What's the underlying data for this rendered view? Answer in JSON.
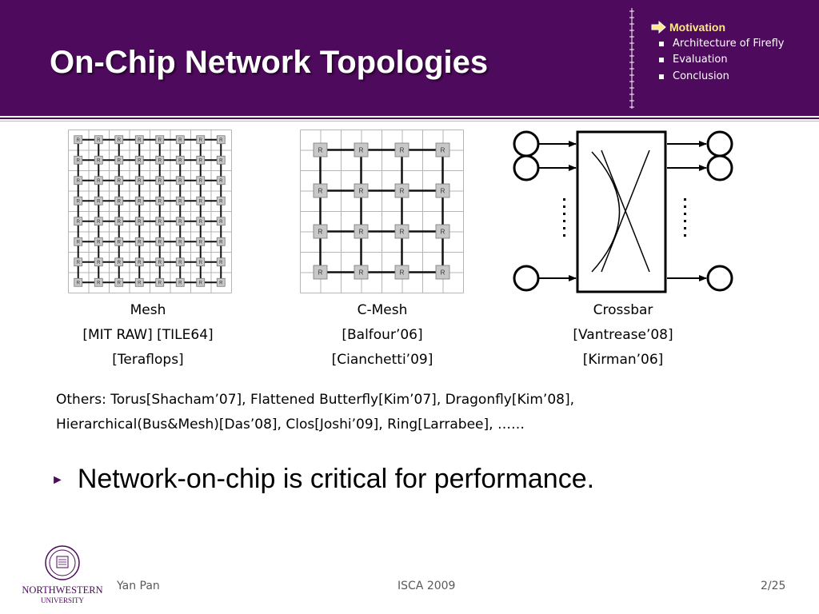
{
  "slide": {
    "title": "On-Chip Network Topologies",
    "nav": {
      "items": [
        {
          "label": "Motivation",
          "active": true
        },
        {
          "label": "Architecture of Firefly",
          "active": false
        },
        {
          "label": "Evaluation",
          "active": false
        },
        {
          "label": "Conclusion",
          "active": false
        }
      ]
    },
    "figures": {
      "router_label": "R",
      "mesh": {
        "caption_lines": [
          "Mesh",
          "[MIT RAW] [TILE64]",
          "[Teraflops]"
        ]
      },
      "cmesh": {
        "caption_lines": [
          "C-Mesh",
          "[Balfour’06]",
          "[Cianchetti’09]"
        ]
      },
      "crossbar": {
        "caption_lines": [
          "Crossbar",
          "[Vantrease’08]",
          "[Kirman’06]"
        ]
      }
    },
    "others_lines": [
      "Others: Torus[Shacham’07], Flattened Butterfly[Kim’07], Dragonfly[Kim’08],",
      "Hierarchical(Bus&Mesh)[Das’08], Clos[Joshi’09], Ring[Larrabee], ……"
    ],
    "bullet": {
      "marker": "►",
      "text": "Network-on-chip is critical for performance."
    },
    "footer": {
      "author": "Yan Pan",
      "venue": "ISCA 2009",
      "page": "2/25"
    },
    "logo": {
      "name": "NORTHWESTERN",
      "sub": "UNIVERSITY"
    },
    "colors": {
      "header": "#4e0a5c",
      "nav_active": "#ffe98a",
      "router_fill": "#c8c8c8",
      "grid_line": "#b5b5b5"
    }
  }
}
